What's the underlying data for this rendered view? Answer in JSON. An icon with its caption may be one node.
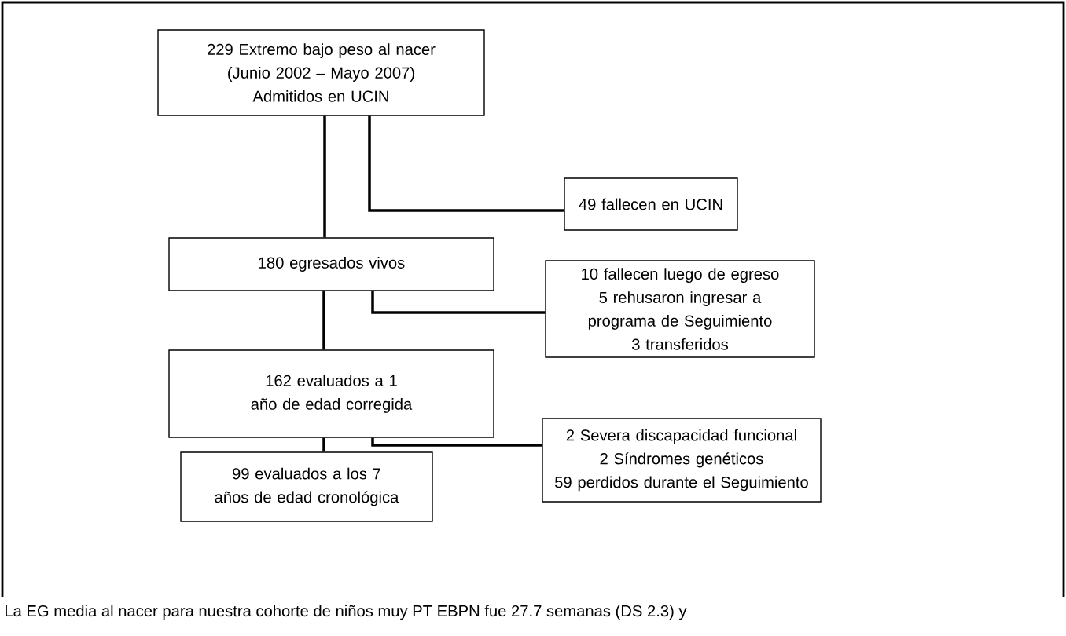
{
  "diagram": {
    "nodes": [
      {
        "text": [
          "229 Extremo bajo peso al nacer",
          "(Junio 2002 – Mayo 2007)",
          "Admitidos en UCIN"
        ]
      },
      {
        "text": [
          "49 fallecen en UCIN"
        ]
      },
      {
        "text": [
          "180 egresados vivos"
        ]
      },
      {
        "text": [
          "10 fallecen luego de egreso",
          "5 rehusaron ingresar a programa de Seguimiento",
          "3 transferidos"
        ]
      },
      {
        "text": [
          "162 evaluados a 1 año de edad corregida"
        ]
      },
      {
        "text": [
          "2  Severa discapacidad funcional",
          "2 Síndromes genéticos",
          "59 perdidos durante el Seguimiento"
        ]
      },
      {
        "text": [
          "99 evaluados a los 7 años de edad cronológica"
        ]
      }
    ],
    "edges": [
      {
        "from": 0,
        "to": 2,
        "arrow": "none"
      },
      {
        "from": 0,
        "to": 1,
        "arrow": "none"
      },
      {
        "from": 2,
        "to": 4,
        "arrow": "none"
      },
      {
        "from": 2,
        "to": 3,
        "arrow": "none"
      },
      {
        "from": 4,
        "to": 6,
        "arrow": "none"
      },
      {
        "from": 4,
        "to": 5,
        "arrow": "none"
      }
    ],
    "labels": [
      "La EG media al nacer para nuestra cohorte de niños muy PT EBPN fue 27.7 semanas (DS 2.3) y"
    ]
  }
}
